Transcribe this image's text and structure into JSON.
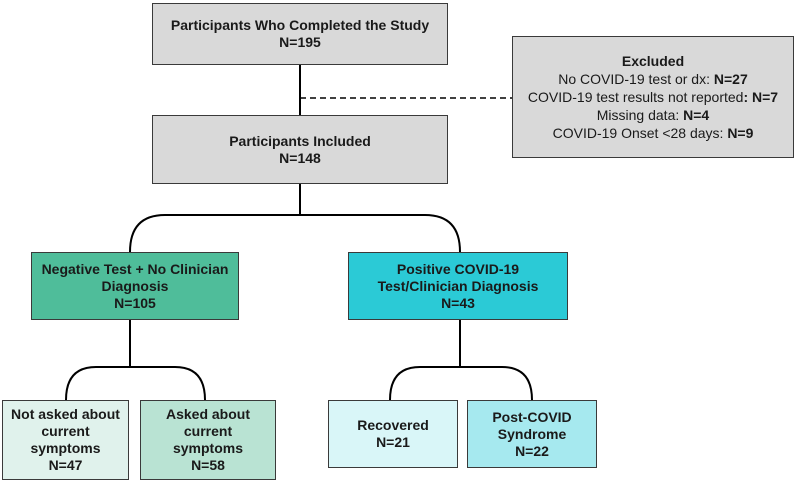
{
  "colors": {
    "neutral": "#d9d9d9",
    "negative": "#4fbd9a",
    "positive": "#2bcad6",
    "negative_light": "#e0f2ec",
    "negative_mid": "#b9e3d3",
    "positive_light": "#d9f6f8",
    "positive_mid": "#a6e9ef",
    "line": "#000000"
  },
  "completed": {
    "line1": "Participants Who Completed the Study",
    "line2": "N=195"
  },
  "excluded": {
    "title": "Excluded",
    "rows": [
      {
        "label": "No COVID-19 test or dx: ",
        "value": "N=27"
      },
      {
        "label": "COVID-19 test results not reported",
        "value": ": N=7"
      },
      {
        "label": "Missing data: ",
        "value": "N=4"
      },
      {
        "label": "COVID-19 Onset <28 days: ",
        "value": "N=9"
      }
    ]
  },
  "included": {
    "line1": "Participants Included",
    "line2": "N=148"
  },
  "negative": {
    "line1": "Negative Test + No Clinician",
    "line2": "Diagnosis",
    "line3": "N=105"
  },
  "positive": {
    "line1": "Positive COVID-19",
    "line2": "Test/Clinician Diagnosis",
    "line3": "N=43"
  },
  "not_asked": {
    "line1": "Not asked about",
    "line2": "current",
    "line3": "symptoms",
    "line4": "N=47"
  },
  "asked": {
    "line1": "Asked about",
    "line2": "current",
    "line3": "symptoms",
    "line4": "N=58"
  },
  "recovered": {
    "line1": "Recovered",
    "line2": "N=21"
  },
  "post_covid": {
    "line1": "Post-COVID",
    "line2": "Syndrome",
    "line3": "N=22"
  }
}
